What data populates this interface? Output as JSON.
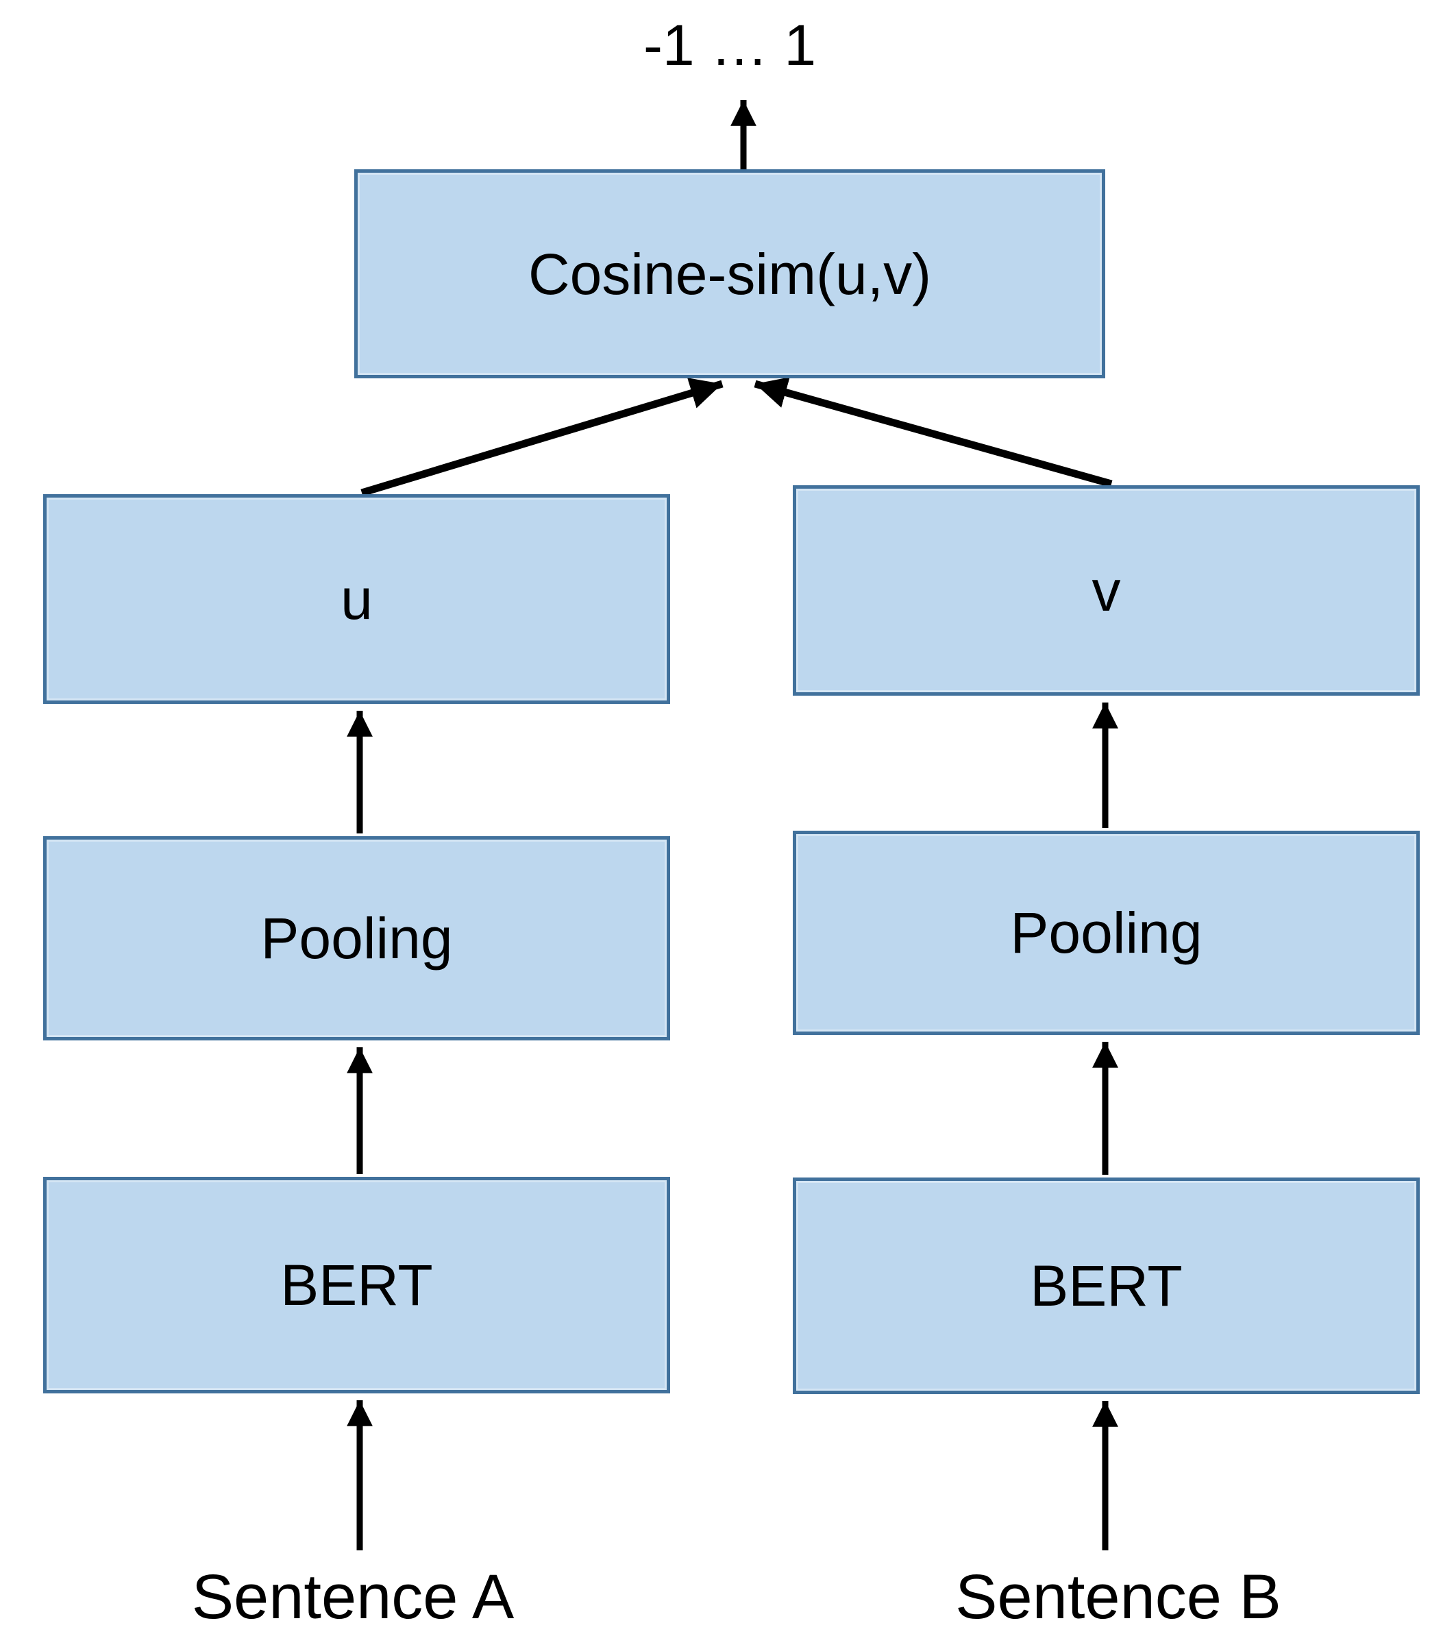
{
  "diagram": {
    "output_label": "-1 … 1",
    "cosine_node": {
      "label": "Cosine-sim(u,v)"
    },
    "u_node": {
      "label": "u"
    },
    "v_node": {
      "label": "v"
    },
    "pooling_left_node": {
      "label": "Pooling"
    },
    "pooling_right_node": {
      "label": "Pooling"
    },
    "bert_left_node": {
      "label": "BERT"
    },
    "bert_right_node": {
      "label": "BERT"
    },
    "sentence_a_label": "Sentence A",
    "sentence_b_label": "Sentence B",
    "colors": {
      "box_fill": "#BDD7EE",
      "box_border": "#41719C",
      "arrow": "#000000",
      "text": "#000000",
      "background": "#FFFFFF"
    }
  }
}
